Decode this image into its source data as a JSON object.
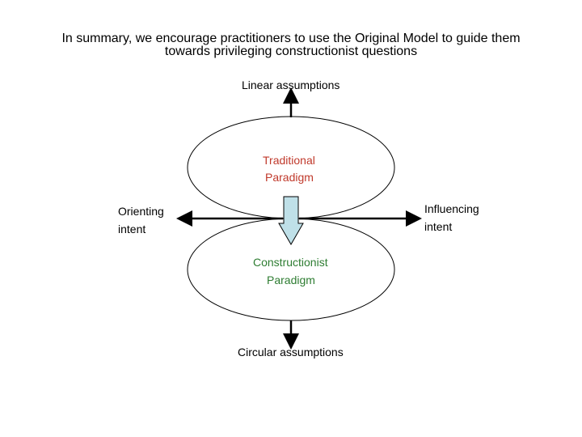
{
  "title": {
    "line1": "In summary, we encourage practitioners to use the Original Model to guide them",
    "line2": "towards privileging constructionist questions"
  },
  "labels": {
    "top": "Linear assumptions",
    "bottom": "Circular assumptions",
    "left_line1": "Orienting",
    "left_line2": "intent",
    "right_line1": "Influencing",
    "right_line2": "intent",
    "upper_paradigm_line1": "Traditional",
    "upper_paradigm_line2": "Paradigm",
    "lower_paradigm_line1": "Constructionist",
    "lower_paradigm_line2": "Paradigm"
  },
  "colors": {
    "upper_paradigm_text": "#c0392b",
    "lower_paradigm_text": "#2e7d32",
    "down_arrow_fill": "#bfe0e8"
  }
}
